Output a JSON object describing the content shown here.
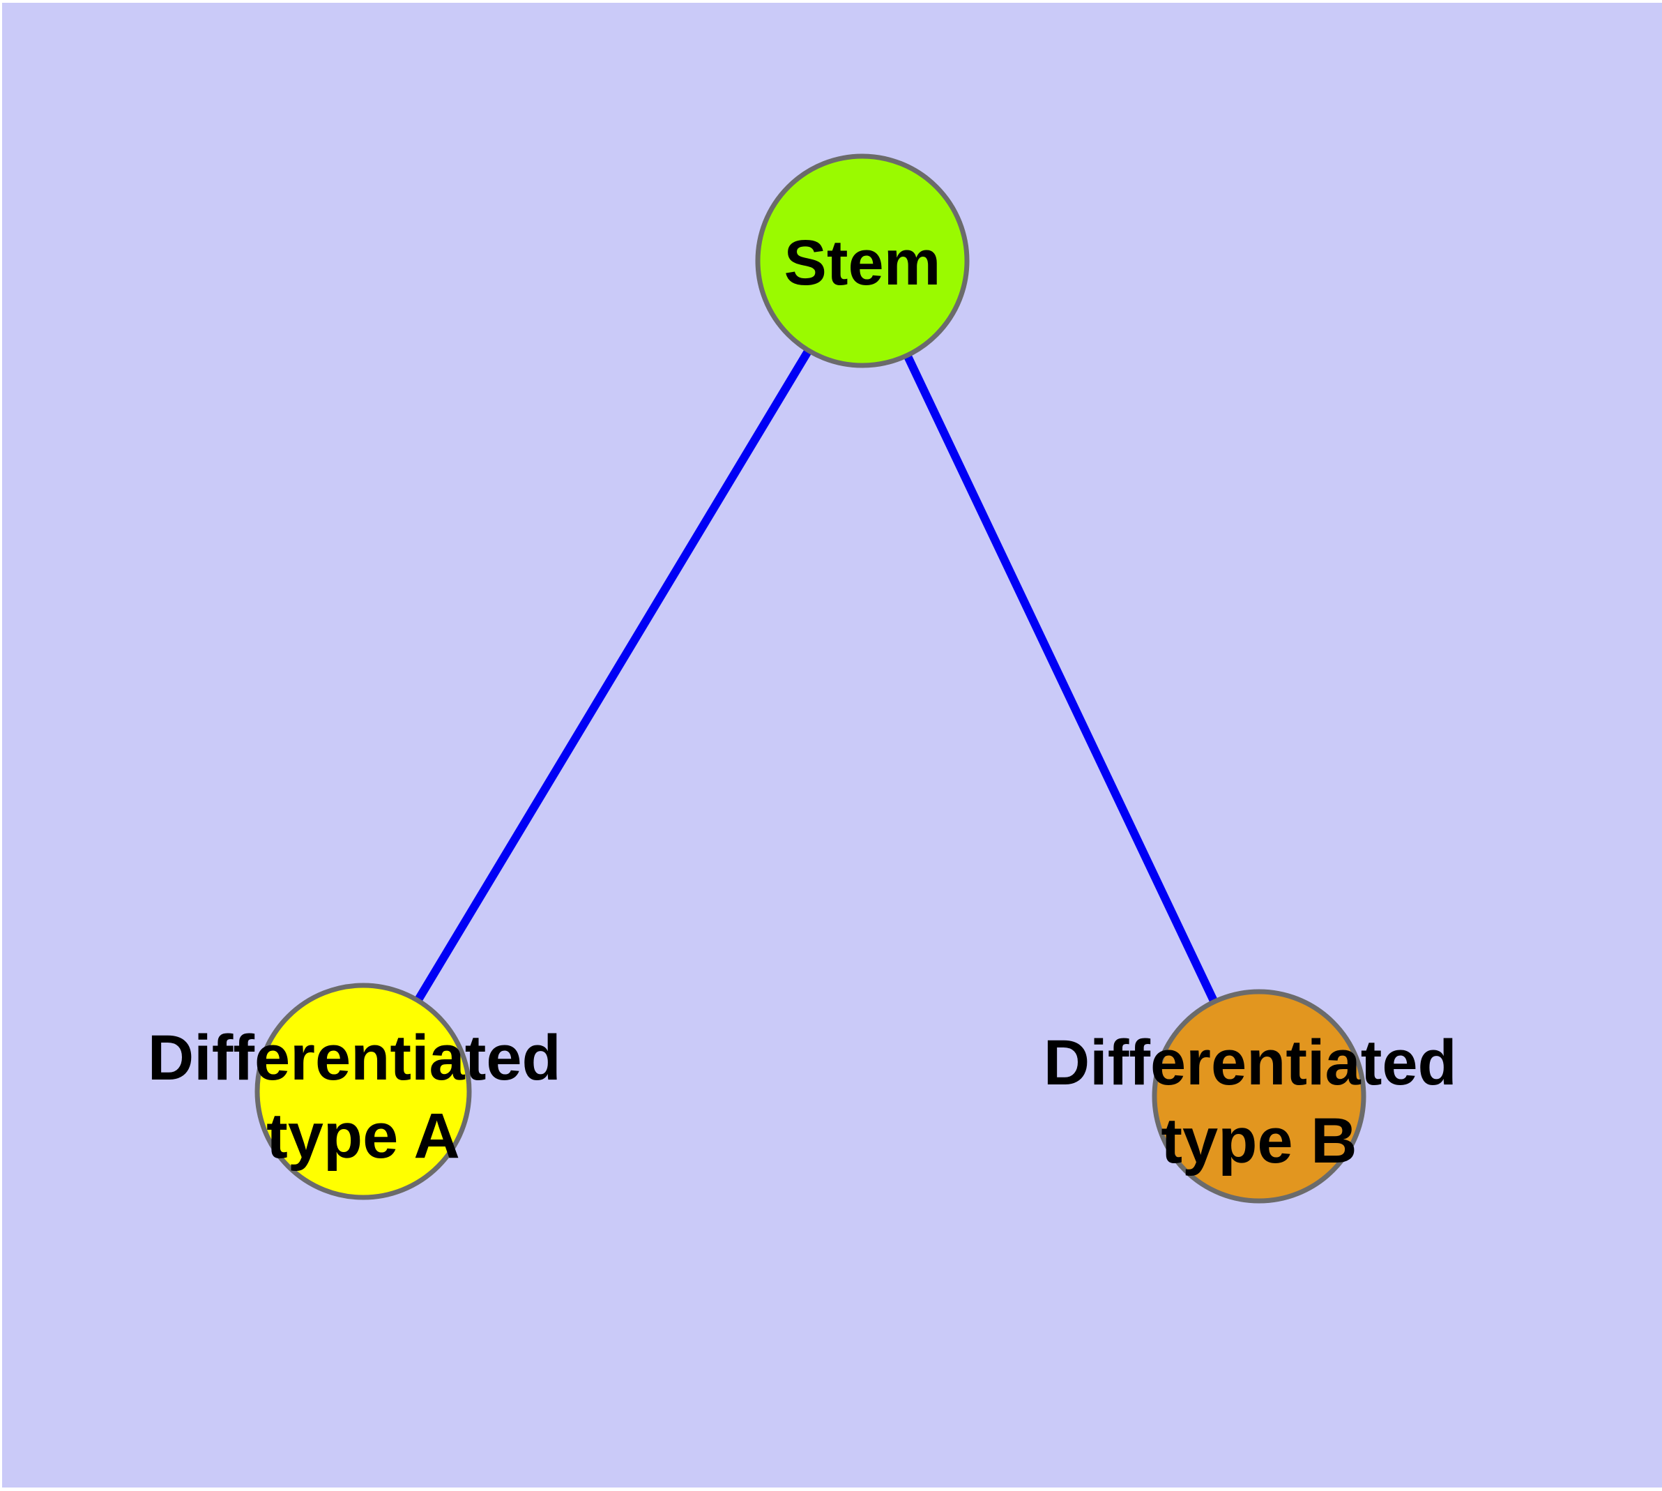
{
  "diagram": {
    "type": "node-link-graph",
    "background_color": "#CACAF8",
    "margin_color": "#FFFFFF",
    "edge_color": "#0000F5",
    "node_border_color": "#6B6B6B",
    "label_color": "#000000",
    "nodes": [
      {
        "id": "stem",
        "label": "Stem",
        "fill": "#9AFA00"
      },
      {
        "id": "differentiated-type-a",
        "label_line1": "Differentiated",
        "label_line2": "type A",
        "fill": "#FFFF00"
      },
      {
        "id": "differentiated-type-b",
        "label_line1": "Differentiated",
        "label_line2": "type B",
        "fill": "#E2961F"
      }
    ],
    "edges": [
      {
        "from": "Stem",
        "to": "Differentiated type A"
      },
      {
        "from": "Stem",
        "to": "Differentiated type B"
      }
    ]
  }
}
